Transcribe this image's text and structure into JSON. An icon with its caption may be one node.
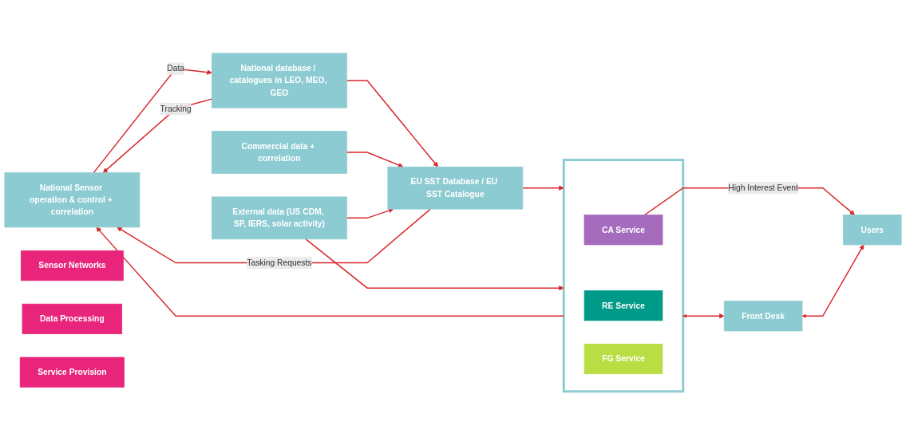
{
  "diagram": {
    "nodes": [
      {
        "text": [
          "Sensor Networks"
        ]
      },
      {
        "text": [
          "Data Processing"
        ]
      },
      {
        "text": [
          "Service Provision"
        ]
      },
      {
        "text": [
          "National Sensor operation & control + correlation"
        ]
      },
      {
        "text": [
          "National database / catalogues in LEO, MEO, GEO"
        ]
      },
      {
        "text": [
          "EU SST Database / EU SST Catalogue"
        ]
      },
      {
        "text": [],
        "shape": "box"
      },
      {
        "text": [
          "CA Service"
        ],
        "in": 6
      },
      {
        "text": [
          "RE Service"
        ],
        "in": 6
      },
      {
        "text": [
          "FG Service"
        ],
        "in": 6
      },
      {
        "text": [
          "Front Desk"
        ]
      },
      {
        "text": [
          "Users"
        ]
      },
      {
        "text": [
          "Commercial data + correlation"
        ]
      },
      {
        "text": [
          "External data (US CDM, SP, IERS, solar activity)"
        ]
      }
    ],
    "edges": [
      {
        "from": 4,
        "to": 3,
        "arrow": "to",
        "label": "Tracking"
      },
      {
        "from": 3,
        "to": 4,
        "arrow": "to",
        "label": "Data"
      },
      {
        "from": 4,
        "to": 5,
        "arrow": "to"
      },
      {
        "from": 5,
        "to": 6,
        "arrow": "to"
      },
      {
        "from": 5,
        "to": 3,
        "arrow": "to",
        "label": "Tasking Requests"
      },
      {
        "from": 6,
        "to": 3,
        "arrow": "to"
      },
      {
        "from": 7,
        "to": 11,
        "arrow": "to",
        "label": "High Interest Event"
      },
      {
        "from": 6,
        "to": 10,
        "arrow": "both"
      },
      {
        "from": 10,
        "to": 11,
        "arrow": "both"
      },
      {
        "from": 12,
        "to": 5,
        "arrow": "to"
      },
      {
        "from": 13,
        "to": 5,
        "arrow": "to"
      },
      {
        "from": 13,
        "to": 6,
        "arrow": "to"
      }
    ]
  }
}
